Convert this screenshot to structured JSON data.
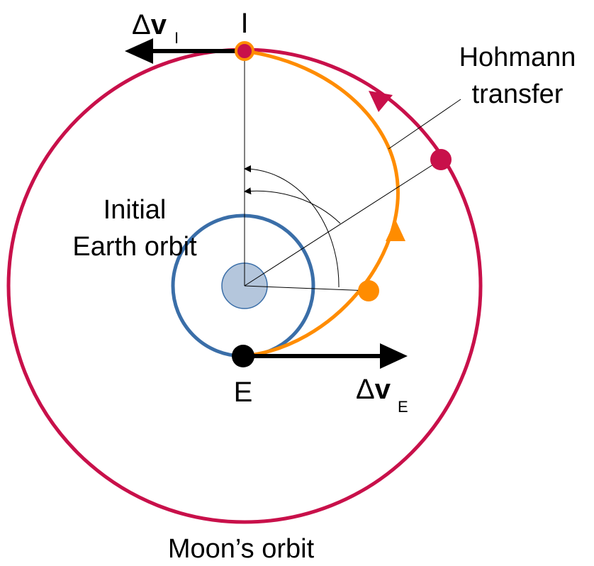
{
  "labels": {
    "point_i": "I",
    "point_e": "E",
    "delta_symbol": "Δ",
    "velocity_symbol": "v",
    "dv_i_subscript": "I",
    "dv_e_subscript": "E",
    "hohmann_line1": "Hohmann",
    "hohmann_line2": "transfer",
    "initial_line1": "Initial",
    "initial_line2": "Earth orbit",
    "moon_orbit": "Moon’s orbit"
  },
  "colors": {
    "moon_orbit": "#c8104a",
    "earth_orbit": "#3a6ea8",
    "transfer": "#ff8c00",
    "earth_body": "#b4c6dc",
    "earth_body_stroke": "#3a6ea8",
    "black": "#000000"
  }
}
